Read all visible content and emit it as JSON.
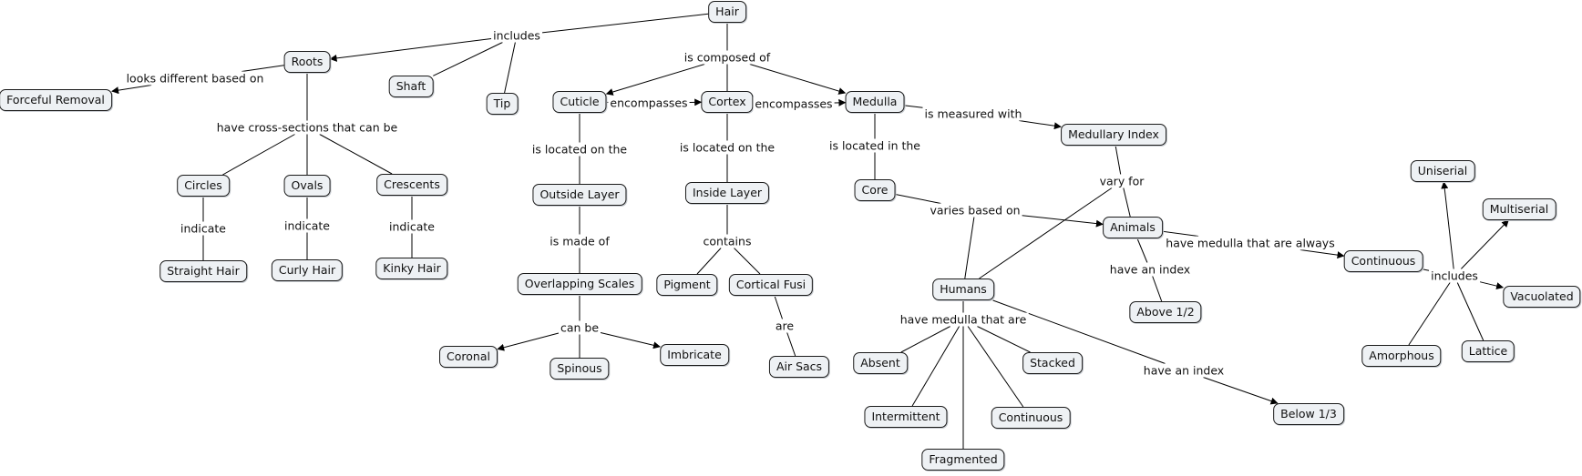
{
  "colors": {
    "node_fill": "#eef1f4",
    "node_border": "#1a1a1a",
    "line": "#000000"
  },
  "nodes": [
    {
      "id": "hair",
      "label": "Hair"
    },
    {
      "id": "roots",
      "label": "Roots"
    },
    {
      "id": "forceful",
      "label": "Forceful Removal"
    },
    {
      "id": "shaft",
      "label": "Shaft"
    },
    {
      "id": "tip",
      "label": "Tip"
    },
    {
      "id": "circles",
      "label": "Circles"
    },
    {
      "id": "ovals",
      "label": "Ovals"
    },
    {
      "id": "crescents",
      "label": "Crescents"
    },
    {
      "id": "straight",
      "label": "Straight Hair"
    },
    {
      "id": "curly",
      "label": "Curly Hair"
    },
    {
      "id": "kinky",
      "label": "Kinky Hair"
    },
    {
      "id": "cuticle",
      "label": "Cuticle"
    },
    {
      "id": "cortex",
      "label": "Cortex"
    },
    {
      "id": "medulla",
      "label": "Medulla"
    },
    {
      "id": "outside",
      "label": "Outside Layer"
    },
    {
      "id": "inside",
      "label": "Inside Layer"
    },
    {
      "id": "overlapping",
      "label": "Overlapping Scales"
    },
    {
      "id": "coronal",
      "label": "Coronal"
    },
    {
      "id": "spinous",
      "label": "Spinous"
    },
    {
      "id": "imbricate",
      "label": "Imbricate"
    },
    {
      "id": "pigment",
      "label": "Pigment"
    },
    {
      "id": "fusi",
      "label": "Cortical Fusi"
    },
    {
      "id": "airsacs",
      "label": "Air Sacs"
    },
    {
      "id": "core",
      "label": "Core"
    },
    {
      "id": "medindex",
      "label": "Medullary Index"
    },
    {
      "id": "animals",
      "label": "Animals"
    },
    {
      "id": "humans",
      "label": "Humans"
    },
    {
      "id": "above",
      "label": "Above 1/2"
    },
    {
      "id": "below",
      "label": "Below 1/3"
    },
    {
      "id": "continuous_a",
      "label": "Continuous"
    },
    {
      "id": "uniserial",
      "label": "Uniserial"
    },
    {
      "id": "multiserial",
      "label": "Multiserial"
    },
    {
      "id": "vacuolated",
      "label": "Vacuolated"
    },
    {
      "id": "amorphous",
      "label": "Amorphous"
    },
    {
      "id": "lattice",
      "label": "Lattice"
    },
    {
      "id": "absent",
      "label": "Absent"
    },
    {
      "id": "intermittent",
      "label": "Intermittent"
    },
    {
      "id": "fragmented",
      "label": "Fragmented"
    },
    {
      "id": "continuous_h",
      "label": "Continuous"
    },
    {
      "id": "stacked",
      "label": "Stacked"
    }
  ],
  "links": [
    {
      "id": "l_includes1",
      "label": "includes"
    },
    {
      "id": "l_composed",
      "label": "is composed of"
    },
    {
      "id": "l_looks",
      "label": "looks different based on"
    },
    {
      "id": "l_cross",
      "label": "have cross-sections that can be"
    },
    {
      "id": "l_ind1",
      "label": "indicate"
    },
    {
      "id": "l_ind2",
      "label": "indicate"
    },
    {
      "id": "l_ind3",
      "label": "indicate"
    },
    {
      "id": "l_enc1",
      "label": "encompasses"
    },
    {
      "id": "l_enc2",
      "label": "encompasses"
    },
    {
      "id": "l_loc1",
      "label": "is located on the"
    },
    {
      "id": "l_loc2",
      "label": "is located on the"
    },
    {
      "id": "l_loc3",
      "label": "is located in the"
    },
    {
      "id": "l_madeof",
      "label": "is made of"
    },
    {
      "id": "l_canbe",
      "label": "can be"
    },
    {
      "id": "l_contains",
      "label": "contains"
    },
    {
      "id": "l_are",
      "label": "are"
    },
    {
      "id": "l_measured",
      "label": "is measured with"
    },
    {
      "id": "l_varyfor",
      "label": "vary for"
    },
    {
      "id": "l_varies",
      "label": "varies based on"
    },
    {
      "id": "l_always",
      "label": "have medulla that are always"
    },
    {
      "id": "l_index_a",
      "label": "have an index"
    },
    {
      "id": "l_includes2",
      "label": "includes"
    },
    {
      "id": "l_medthatare",
      "label": "have medulla that are"
    },
    {
      "id": "l_index_h",
      "label": "have an index"
    }
  ]
}
